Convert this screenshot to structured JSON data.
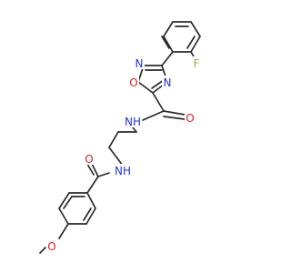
{
  "colors": {
    "bond": "#2b2b2b",
    "O": "#e0201b",
    "N": "#2233dd",
    "F": "#8fb83a",
    "background": "#ffffff"
  },
  "atoms": {
    "fluorine": "F",
    "oxadiazole_N2": "N",
    "oxadiazole_O1": "O",
    "oxadiazole_N4": "N",
    "amide1_O": "O",
    "amide1_NH": "NH",
    "amide2_NH": "NH",
    "amide2_O": "O",
    "methoxy_O": "O"
  }
}
